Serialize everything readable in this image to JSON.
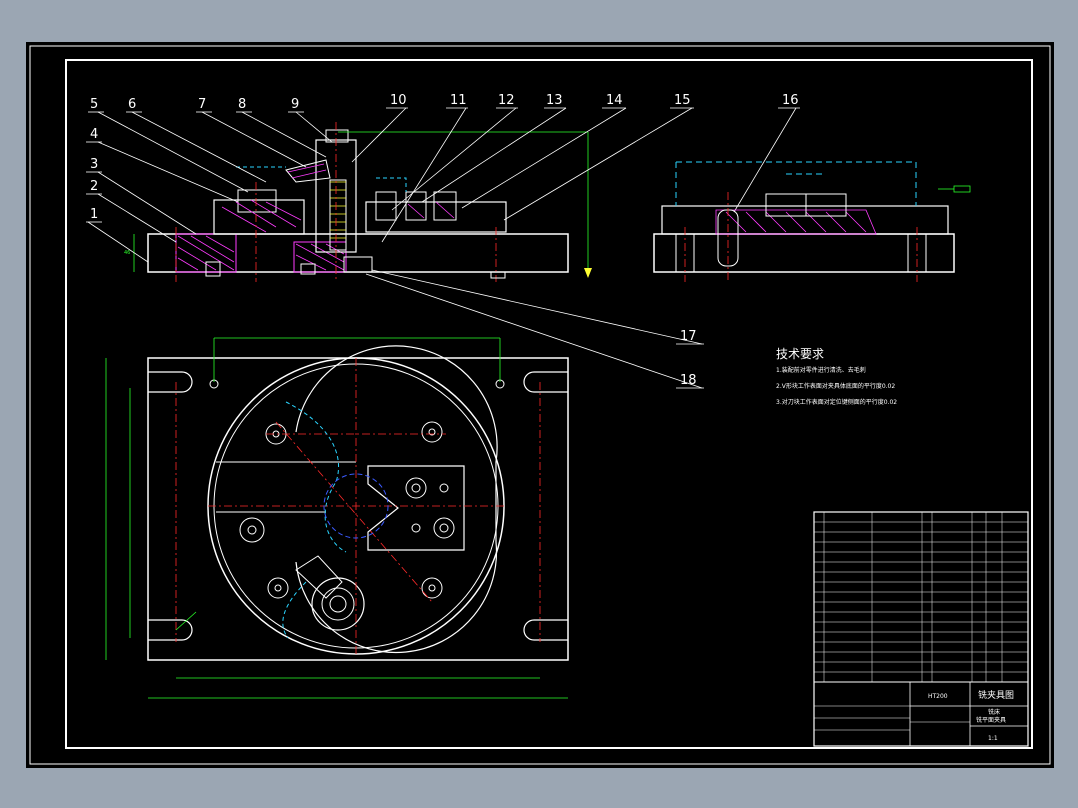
{
  "drawing": {
    "callouts": [
      "1",
      "2",
      "3",
      "4",
      "5",
      "6",
      "7",
      "8",
      "9",
      "10",
      "11",
      "12",
      "13",
      "14",
      "15",
      "16",
      "17",
      "18"
    ],
    "tech_req": {
      "title": "技术要求",
      "lines": [
        "1.装配前对零件进行清洗、去毛刺",
        "2.V形块工作表面对夹具体底面的平行度0.02",
        "3.对刀块工作表面对定位键侧面的平行度0.02"
      ]
    },
    "title_block": {
      "name_line1": "铣床",
      "name_line2": "铣平面夹具",
      "material": "HT200",
      "drawing_no": "铣夹具图",
      "scale": "1:1"
    }
  }
}
